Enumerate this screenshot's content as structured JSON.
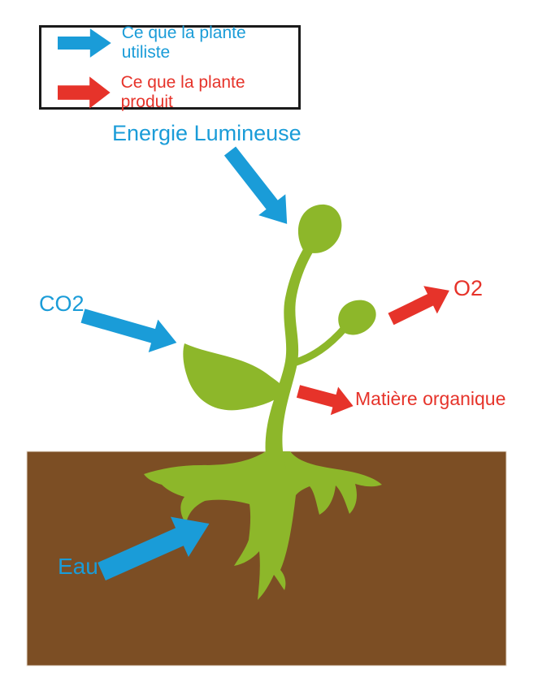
{
  "legend": {
    "uses_label": "Ce que la plante utiliste",
    "produces_label": "Ce que la plante produit"
  },
  "labels": {
    "light_energy": "Energie Lumineuse",
    "co2": "CO2",
    "o2": "O2",
    "organic_matter": "Matière organique",
    "water": "Eau"
  },
  "colors": {
    "uses_blue": "#1A9CD8",
    "produces_red": "#E6332A",
    "plant_green": "#8DB72A",
    "soil_brown": "#7C4E24"
  }
}
